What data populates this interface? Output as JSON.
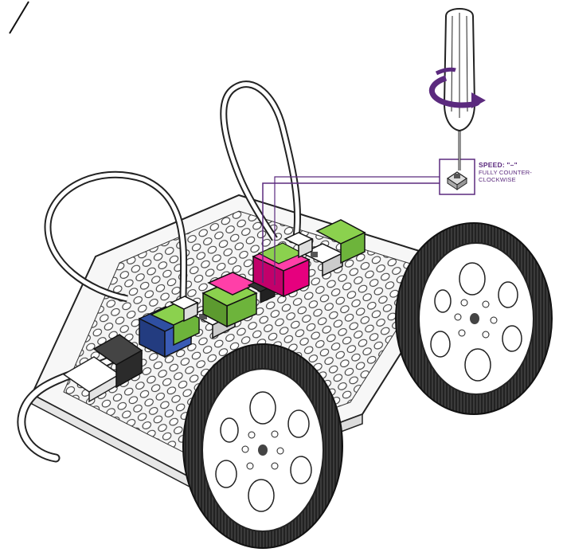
{
  "callout": {
    "title": "SPEED: \"–\"",
    "line1": "FULLY COUNTER-",
    "line2": "CLOCKWISE"
  },
  "colors": {
    "accent": "#5b2a7e",
    "green_module": "#7ac943",
    "pink_module": "#e6007e",
    "blue_module": "#2f4fa2",
    "tire": "#3a3a3a",
    "outline": "#222222"
  },
  "icons": {
    "tool": "screwdriver-icon",
    "rotation": "counter-clockwise-arrow-icon",
    "knob": "trimmer-knob-icon"
  }
}
